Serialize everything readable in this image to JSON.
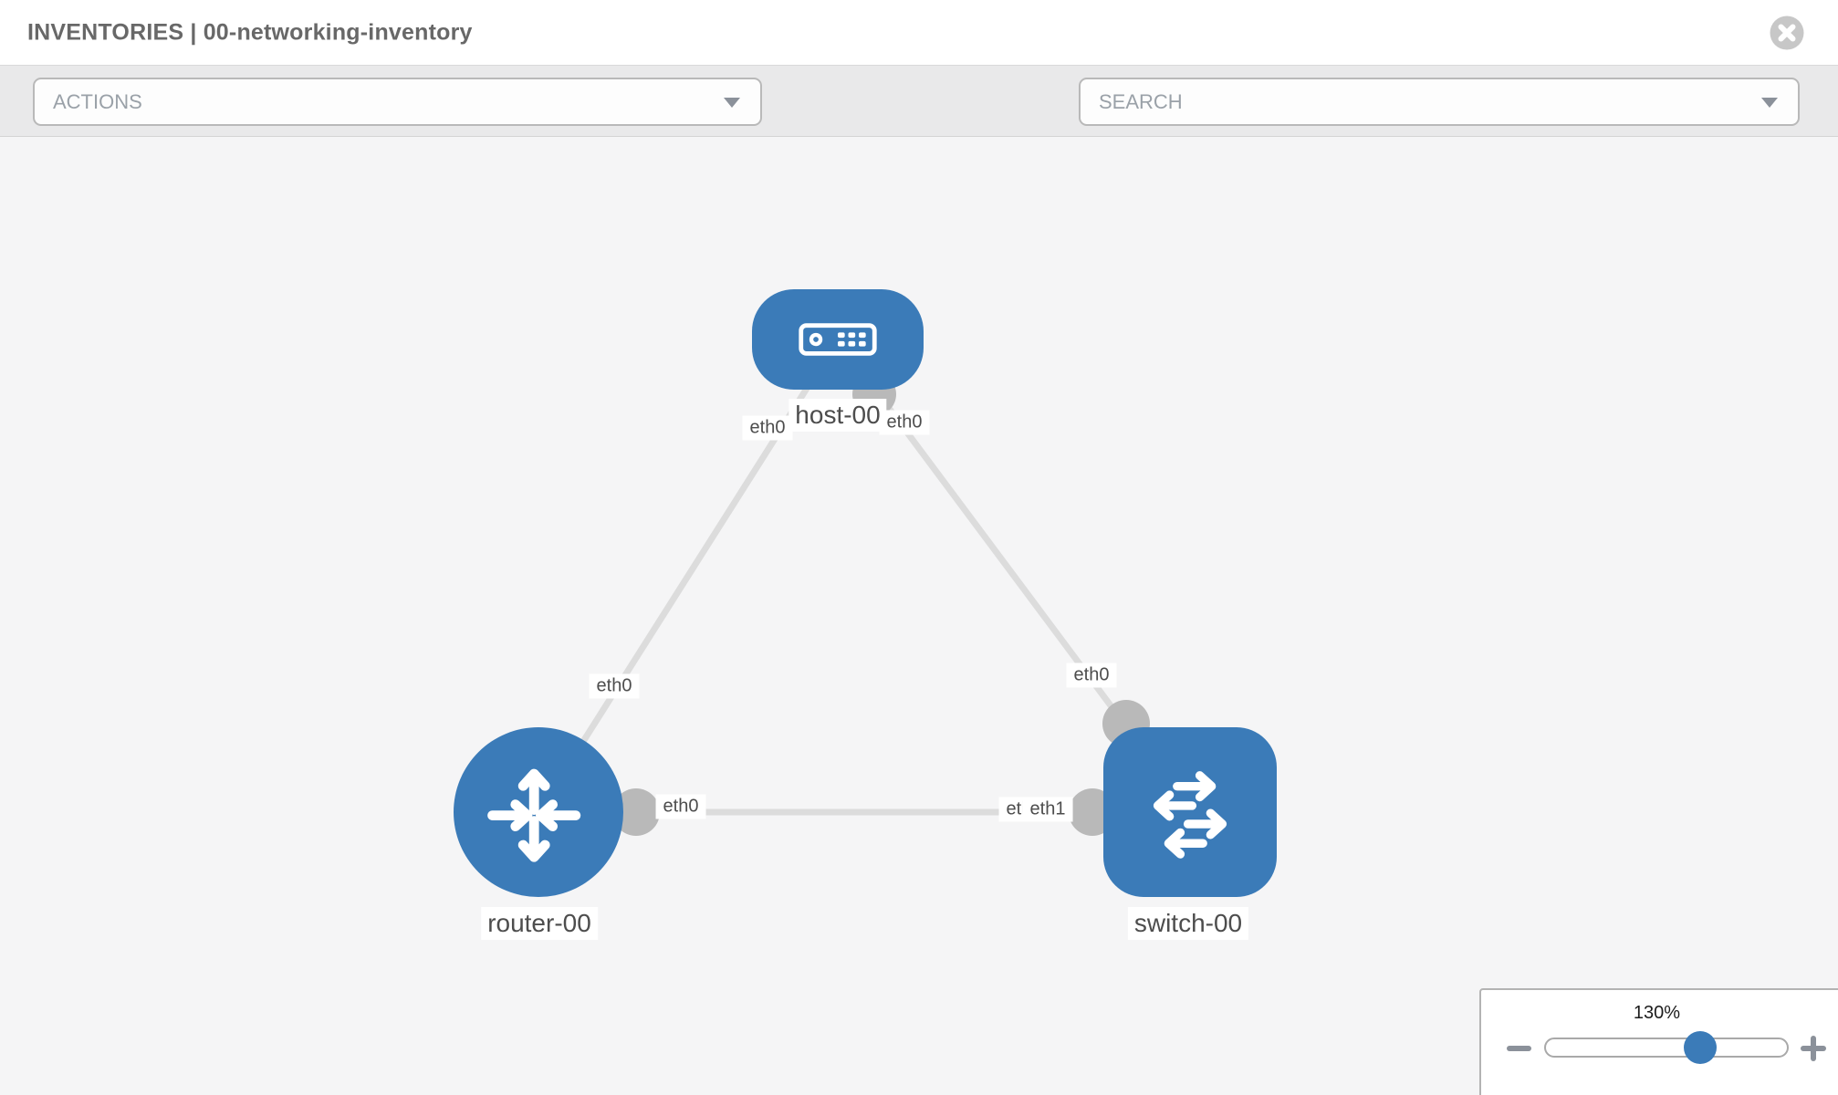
{
  "header": {
    "title": "INVENTORIES | 00-networking-inventory"
  },
  "toolbar": {
    "actions_label": "ACTIONS",
    "search_label": "SEARCH"
  },
  "icons": {
    "close": "close-icon",
    "wrench": "wrench-icon",
    "key": "key-icon",
    "actions_caret": "chevron-down-icon",
    "search_caret": "chevron-down-icon"
  },
  "topology": {
    "nodes": [
      {
        "name": "host-00",
        "type": "host"
      },
      {
        "name": "router-00",
        "type": "router"
      },
      {
        "name": "switch-00",
        "type": "switch"
      }
    ],
    "links": [
      {
        "from": "router-00",
        "to": "host-00"
      },
      {
        "from": "host-00",
        "to": "switch-00"
      },
      {
        "from": "router-00",
        "to": "switch-00"
      }
    ],
    "interface_labels": [
      {
        "text": "eth0"
      },
      {
        "text": "eth0"
      },
      {
        "text": "eth0"
      },
      {
        "text": "eth0"
      },
      {
        "text": "eth0"
      },
      {
        "text": "eth0"
      },
      {
        "text": "eth1"
      }
    ]
  },
  "zoom_control": {
    "level": "130%",
    "minus_label": "minus",
    "plus_label": "plus"
  },
  "colors": {
    "node_blue": "#3b7bb8",
    "link_gray": "#dcdcdc",
    "interface_dot": "#b9b9b9",
    "toolbar_bg": "#e9e9ea",
    "canvas_bg": "#f5f5f6"
  }
}
